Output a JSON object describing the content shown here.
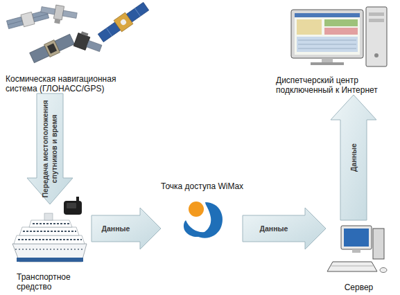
{
  "diagram": {
    "nodes": [
      {
        "text": [
          "Космическая навигационная система (ГЛОНАСС/GPS)"
        ]
      },
      {
        "text": [
          "Транспортное средство"
        ]
      },
      {
        "text": [
          "Точка доступа WiMax"
        ]
      },
      {
        "text": [
          "Сервер"
        ]
      },
      {
        "text": [
          "Диспетчерский центр подключенный к Интернет"
        ]
      }
    ],
    "edges": [
      {
        "from": 0,
        "to": 1,
        "arrow": "to",
        "label": "Передача местоположения спутников и время"
      },
      {
        "from": 1,
        "to": 2,
        "arrow": "to",
        "label": "Данные"
      },
      {
        "from": 2,
        "to": 3,
        "arrow": "to",
        "label": "Данные"
      },
      {
        "from": 3,
        "to": 4,
        "arrow": "to",
        "label": "Данные"
      }
    ]
  }
}
